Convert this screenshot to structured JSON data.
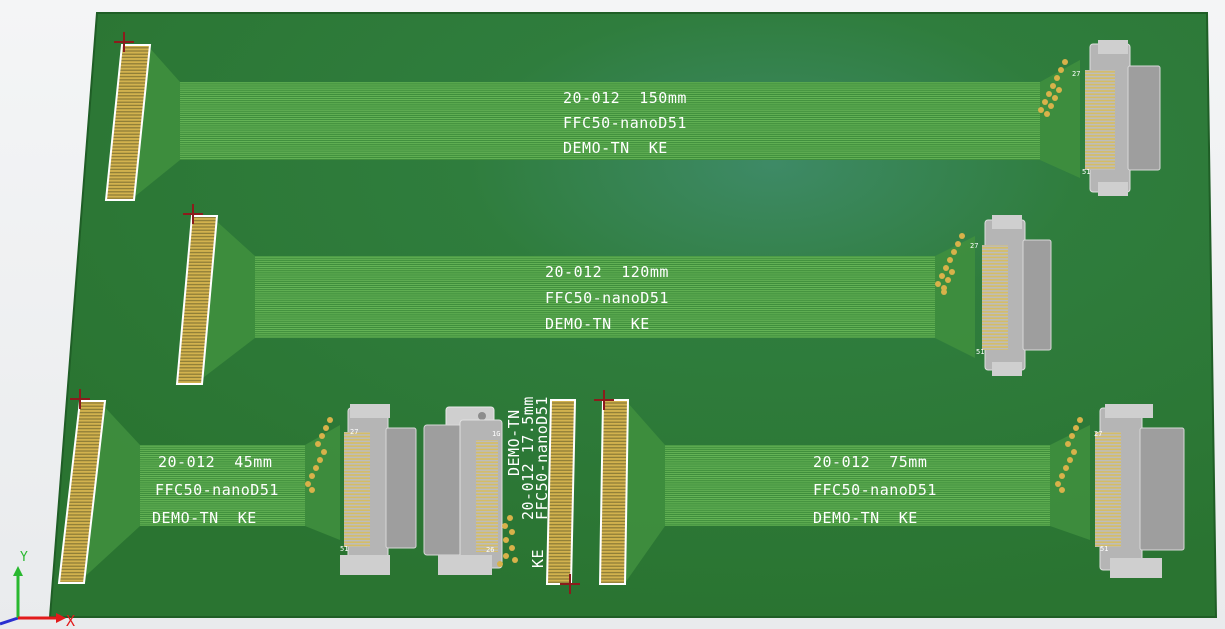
{
  "colors": {
    "board": "#2c7a34",
    "board_edge": "#1f5e26",
    "trace": "#57ad4f",
    "pad_gold": "#c8a94a",
    "silkscreen": "#ffffff",
    "connector_body": "#a6a6a6",
    "axis_x": "#e21b1b",
    "axis_y": "#29b82f",
    "axis_z": "#2b2fd0"
  },
  "cables": [
    {
      "id": "150",
      "part_label": "20-012  150mm",
      "type_label": "FFC50-nanoD51",
      "designer_label": "DEMO-TN  KE",
      "pin_first": "27",
      "pin_last": "51"
    },
    {
      "id": "120",
      "part_label": "20-012  120mm",
      "type_label": "FFC50-nanoD51",
      "designer_label": "DEMO-TN  KE",
      "pin_first": "27",
      "pin_last": "51"
    },
    {
      "id": "45",
      "part_label": "20-012  45mm",
      "type_label": "FFC50-nanoD51",
      "designer_label": "DEMO-TN  KE",
      "pin_first": "27",
      "pin_last": "51"
    },
    {
      "id": "75",
      "part_label": "20-012  75mm",
      "type_label": "FFC50-nanoD51",
      "designer_label": "DEMO-TN  KE",
      "pin_first": "27",
      "pin_last": "51"
    }
  ],
  "short_cable": {
    "designer_label": "DEMO-TN",
    "part_label": "20-012 17.5mm",
    "type_label": "FFC50-nanoD51",
    "initials": "KE",
    "pin_top": "1G",
    "pin_bottom": "26"
  },
  "axes": {
    "x": "X",
    "y": "Y"
  }
}
